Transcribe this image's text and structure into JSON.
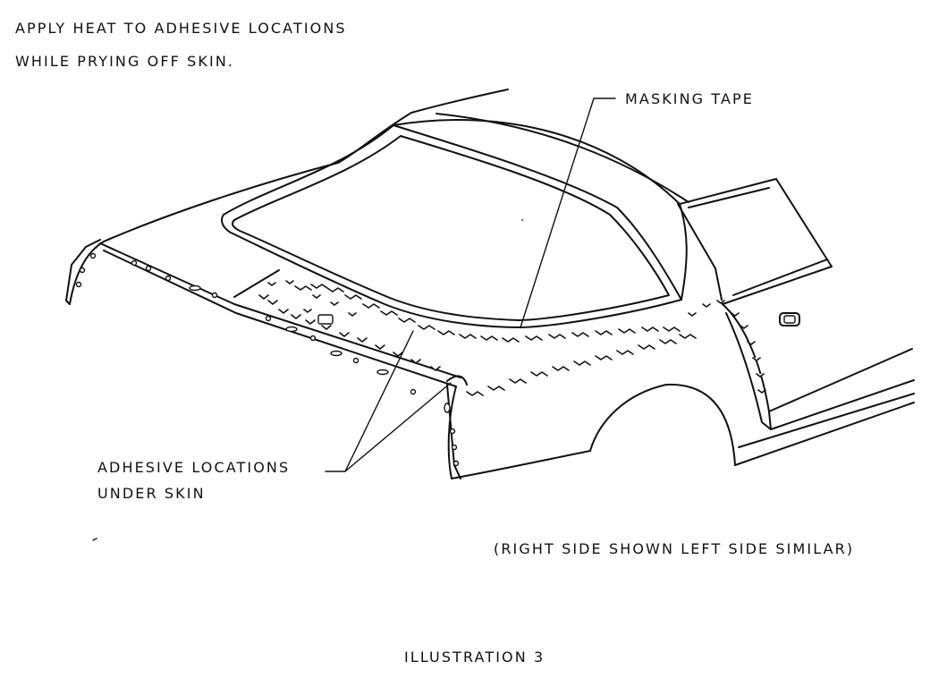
{
  "instructions": {
    "line1": "APPLY HEAT TO ADHESIVE LOCATIONS",
    "line2": "WHILE PRYING OFF SKIN."
  },
  "callouts": {
    "masking_tape": "MASKING TAPE",
    "adhesive_line1": "ADHESIVE LOCATIONS",
    "adhesive_line2": "UNDER SKIN"
  },
  "note": "(RIGHT SIDE SHOWN LEFT SIDE SIMILAR)",
  "caption": "ILLUSTRATION 3"
}
